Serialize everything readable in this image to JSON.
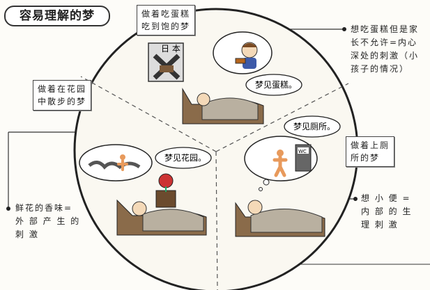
{
  "title": "容易理解的梦",
  "scenes": [
    {
      "id": "cake",
      "caption": [
        "做着吃蛋糕",
        "吃到饱的梦"
      ],
      "speech": "梦见蛋糕。",
      "sign_text": "日 本",
      "explanation": [
        "想吃蛋糕但是家",
        "长不允许=内心",
        "深处的刺激（小",
        "孩子的情况）"
      ]
    },
    {
      "id": "toilet",
      "caption": [
        "做着上厕",
        "所的梦"
      ],
      "speech": "梦见厕所。",
      "door_text": "WC",
      "explanation": [
        "想 小 便 =",
        "内 部 的 生",
        "理 刺 激"
      ]
    },
    {
      "id": "garden",
      "caption": [
        "做着在花园",
        "中散步的梦"
      ],
      "speech": "梦见花园。",
      "explanation": [
        "鲜花的香味=",
        "外 部 产 生 的",
        "刺 激"
      ]
    }
  ],
  "colors": {
    "ink": "#2a2a2a",
    "accent": "#c33"
  }
}
